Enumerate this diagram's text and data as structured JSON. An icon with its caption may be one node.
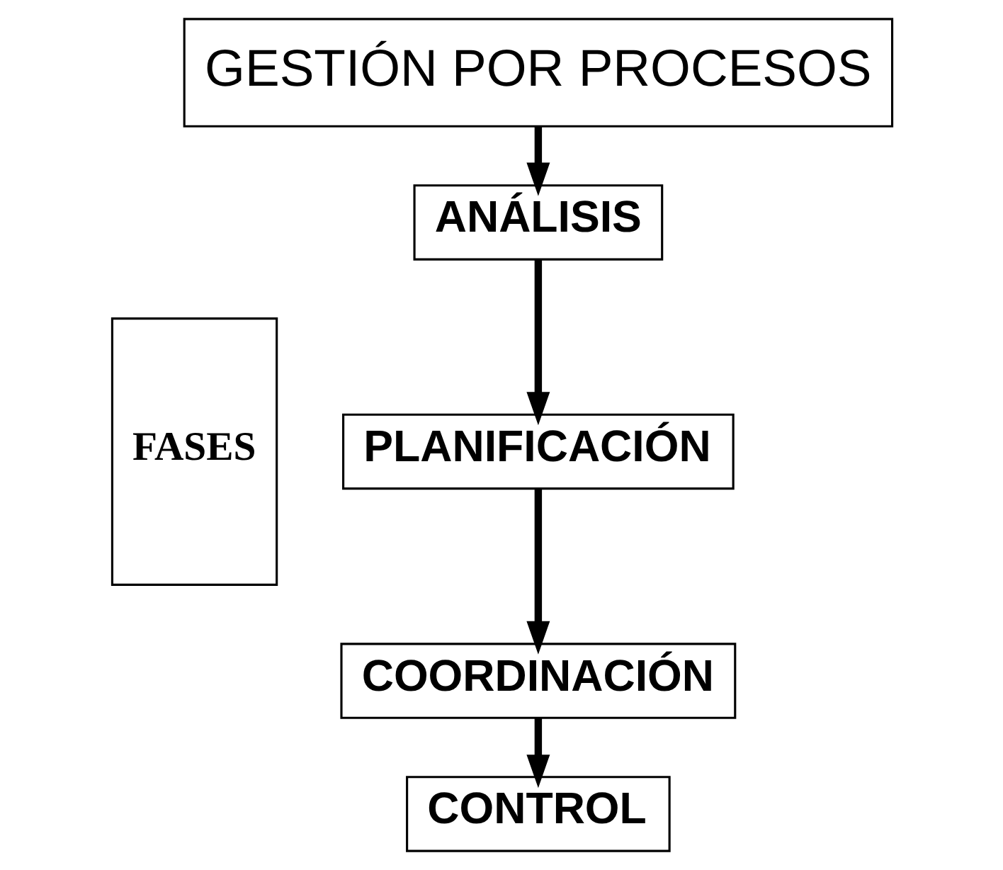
{
  "diagram": {
    "nodes": [
      {
        "text": [
          "GESTIÓN POR PROCESOS"
        ]
      },
      {
        "text": [
          "FASES"
        ]
      },
      {
        "text": [
          "ANÁLISIS"
        ]
      },
      {
        "text": [
          "PLANIFICACIÓN"
        ]
      },
      {
        "text": [
          "COORDINACIÓN"
        ]
      },
      {
        "text": [
          "CONTROL"
        ]
      }
    ],
    "edges": [
      {
        "from": 0,
        "to": 2,
        "arrow": "to"
      },
      {
        "from": 2,
        "to": 3,
        "arrow": "to"
      },
      {
        "from": 3,
        "to": 4,
        "arrow": "to"
      },
      {
        "from": 4,
        "to": 5,
        "arrow": "to"
      }
    ]
  }
}
